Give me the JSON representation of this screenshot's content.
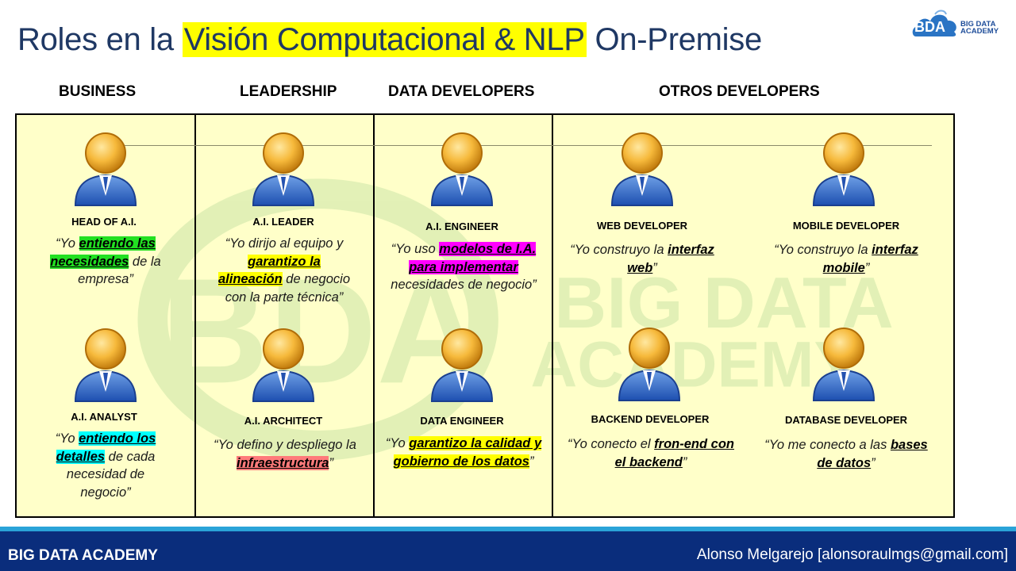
{
  "title": {
    "pre": "Roles en la ",
    "highlight": "Visión Computacional & NLP",
    "post": " On-Premise"
  },
  "logo": {
    "abbr": "BDA",
    "line1": "BIG DATA",
    "line2": "ACADEMY"
  },
  "watermark": {
    "line1": "BIG DATA",
    "line2": "ACADEMY",
    "abbr": "BDA"
  },
  "columns": [
    "BUSINESS",
    "LEADERSHIP",
    "DATA DEVELOPERS",
    "OTROS DEVELOPERS"
  ],
  "roles": {
    "head_ai": {
      "name": "HEAD OF A.I.",
      "q1": "“Yo ",
      "k1": "entiendo las",
      "k2": "necesidades",
      "q2": " de la",
      "q3": "empresa”"
    },
    "ai_analyst": {
      "name": "A.I. ANALYST",
      "q1": "“Yo ",
      "k1": "entiendo los",
      "k2": "detalles",
      "q2": " de cada",
      "q3": "necesidad de",
      "q4": "negocio”"
    },
    "ai_leader": {
      "name": "A.I. LEADER",
      "q1": "“Yo dirijo al equipo y",
      "k1": "garantizo la",
      "k2": "alineación",
      "q2": " de negocio",
      "q3": "con la parte técnica”"
    },
    "ai_architect": {
      "name": "A.I. ARCHITECT",
      "q1": "“Yo defino y despliego la",
      "k1": "infraestructura",
      "q2": "”"
    },
    "ai_engineer": {
      "name": "A.I. ENGINEER",
      "q1": "“Yo uso ",
      "k1": "modelos de I.A.",
      "k2": "para implementar",
      "q3": "necesidades de negocio”"
    },
    "data_engineer": {
      "name": "DATA ENGINEER",
      "q1": "“Yo ",
      "k1": "garantizo la calidad y",
      "k2": "gobierno de los datos",
      "q2": "”"
    },
    "web_dev": {
      "name": "WEB DEVELOPER",
      "q1": "“Yo construyo la ",
      "k1": "interfaz",
      "k2": "web",
      "q2": "”"
    },
    "mobile_dev": {
      "name": "MOBILE DEVELOPER",
      "q1": "“Yo construyo la ",
      "k1": "interfaz",
      "k2": "mobile",
      "q2": "”"
    },
    "backend_dev": {
      "name": "BACKEND DEVELOPER",
      "q1": "“Yo conecto el ",
      "k1": "fron-end con",
      "k2": "el backend",
      "q2": "”"
    },
    "db_dev": {
      "name": "DATABASE DEVELOPER",
      "q1": "“Yo me conecto a las ",
      "k1": "bases",
      "k2": "de datos",
      "q2": "”"
    }
  },
  "footer": {
    "left": "BIG DATA ACADEMY",
    "right": "Alonso Melgarejo [alonsoraulmgs@gmail.com]"
  },
  "colors": {
    "title": "#1f3864",
    "board": "#ffffc9",
    "footer": "#0a2d7c",
    "stripe": "#2aa3d8"
  }
}
